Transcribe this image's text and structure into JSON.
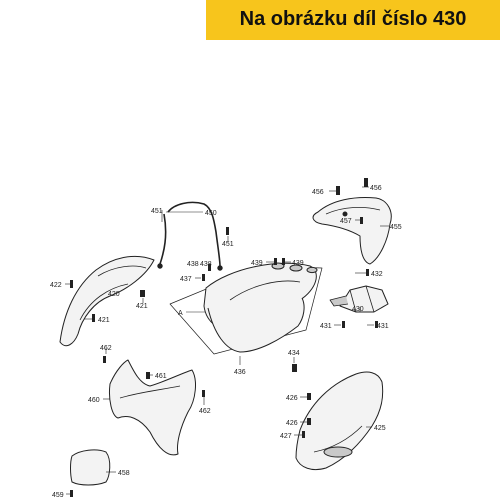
{
  "header": {
    "title": "Na obrázku díl číslo 430"
  },
  "colors": {
    "banner": "#f7c51c",
    "ink": "#222222",
    "part_fill": "#f3f3f3",
    "part_shade": "#c9c9c9"
  },
  "callouts": [
    {
      "id": "c456a",
      "text": "456"
    },
    {
      "id": "c456b",
      "text": "456"
    },
    {
      "id": "c457",
      "text": "457"
    },
    {
      "id": "c455",
      "text": "455"
    },
    {
      "id": "c451a",
      "text": "451"
    },
    {
      "id": "c450",
      "text": "450"
    },
    {
      "id": "c451b",
      "text": "451"
    },
    {
      "id": "c439a",
      "text": "439"
    },
    {
      "id": "c439b",
      "text": "439"
    },
    {
      "id": "c438",
      "text": "438"
    },
    {
      "id": "c438b",
      "text": "438"
    },
    {
      "id": "c437",
      "text": "437"
    },
    {
      "id": "c432",
      "text": "432"
    },
    {
      "id": "c422",
      "text": "422"
    },
    {
      "id": "c420",
      "text": "420"
    },
    {
      "id": "c421a",
      "text": "421"
    },
    {
      "id": "c421b",
      "text": "421"
    },
    {
      "id": "cA",
      "text": "A"
    },
    {
      "id": "c430",
      "text": "430"
    },
    {
      "id": "c431a",
      "text": "431"
    },
    {
      "id": "c431b",
      "text": "431"
    },
    {
      "id": "c462a",
      "text": "462"
    },
    {
      "id": "c434",
      "text": "434"
    },
    {
      "id": "c436",
      "text": "436"
    },
    {
      "id": "c461",
      "text": "461"
    },
    {
      "id": "c460",
      "text": "460"
    },
    {
      "id": "c462b",
      "text": "462"
    },
    {
      "id": "c426a",
      "text": "426"
    },
    {
      "id": "c426b",
      "text": "426"
    },
    {
      "id": "c425",
      "text": "425"
    },
    {
      "id": "c427",
      "text": "427"
    },
    {
      "id": "c458",
      "text": "458"
    },
    {
      "id": "c459",
      "text": "459"
    }
  ]
}
